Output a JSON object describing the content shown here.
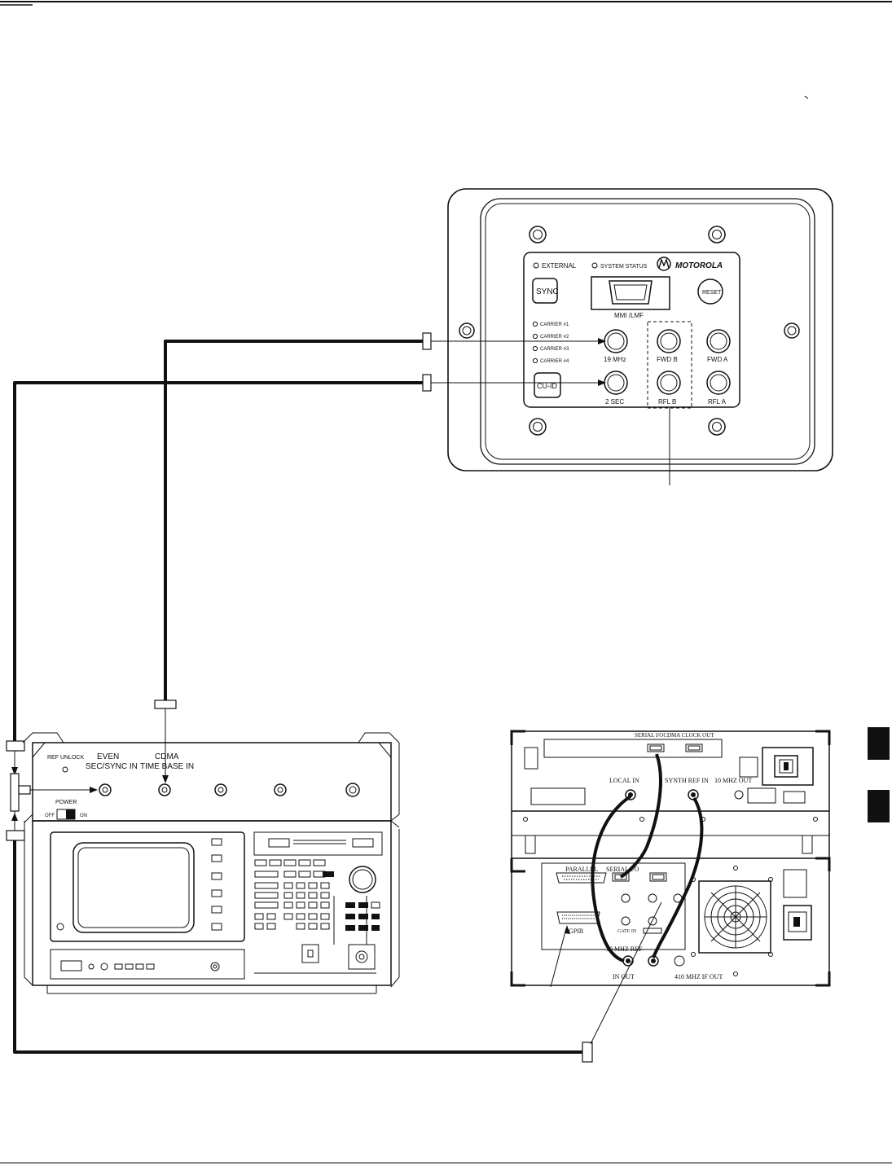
{
  "csm": {
    "brand": "MOTOROLA",
    "external": "EXTERNAL",
    "system_status": "SYSTEM STATUS",
    "sync": "SYNC",
    "reset": "RESET",
    "mmi": "MMI /LMF",
    "carriers": [
      "CARRIER #1",
      "CARRIER #2",
      "CARRIER #3",
      "CARRIER #4"
    ],
    "cuid": "CU-ID",
    "ports": {
      "mhz19": "19 MHz",
      "sec2": "2 SEC",
      "fwd_b": "FWD B",
      "fwd_a": "FWD A",
      "rfl_b": "RFL B",
      "rfl_a": "RFL A"
    }
  },
  "analyzer": {
    "ref_unlock": "REF UNLOCK",
    "even_sec_1": "EVEN",
    "even_sec_2": "SEC/SYNC IN",
    "cdma_tb_1": "CDMA",
    "cdma_tb_2": "TIME BASE IN",
    "power": "POWER",
    "off": "OFF",
    "on": "ON"
  },
  "generator": {
    "serial_clock": "SERIAL I/OCDMA CLOCK OUT",
    "local_in": "LOCAL IN",
    "synth_ref": "SYNTH REF IN",
    "mhz10_out": "10 MHZ OUT",
    "parallel": "PARALLEL",
    "serial_io": "SERIAL I/O",
    "gpib": "GPIB",
    "gate_in": "GATE IN",
    "ref_label": "10 MHZ REF",
    "in_out": "IN OUT",
    "if_out": "410 MHZ IF OUT"
  },
  "colors": {
    "ink": "#111111",
    "panel": "#ffffff",
    "tab": "#111111"
  }
}
